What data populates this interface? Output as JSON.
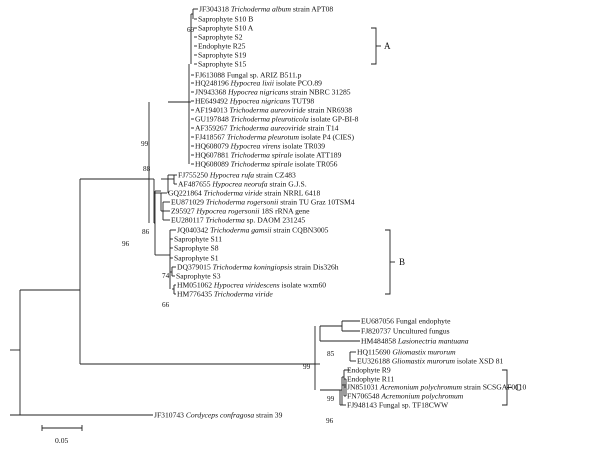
{
  "figure": {
    "scale_bar_label": "0.05",
    "line_color": "#222222",
    "text_color": "#111111",
    "background": "#ffffff"
  },
  "groups": [
    {
      "label": "A"
    },
    {
      "label": "B"
    },
    {
      "label": "C"
    }
  ],
  "support_values": [
    "69",
    "99",
    "96",
    "88",
    "86",
    "74",
    "66",
    "99",
    "85",
    "99",
    "96"
  ],
  "taxa": [
    {
      "acc": "JF304318",
      "rest": [
        {
          "t": "Trichoderma album",
          "i": true
        },
        {
          "t": " strain APT08"
        }
      ]
    },
    {
      "acc": "",
      "rest": [
        {
          "t": "Saprophyte S10 B"
        }
      ]
    },
    {
      "acc": "",
      "rest": [
        {
          "t": "Saprophyte S10 A"
        }
      ]
    },
    {
      "acc": "",
      "rest": [
        {
          "t": "Saprophyte S2"
        }
      ]
    },
    {
      "acc": "",
      "rest": [
        {
          "t": "Endophyte R25"
        }
      ]
    },
    {
      "acc": "",
      "rest": [
        {
          "t": "Saprophyte S19"
        }
      ]
    },
    {
      "acc": "",
      "rest": [
        {
          "t": "Saprophyte S15"
        }
      ]
    },
    {
      "acc": "FJ613088",
      "rest": [
        {
          "t": "Fungal sp. ARIZ B511.p"
        }
      ]
    },
    {
      "acc": "HQ248196",
      "rest": [
        {
          "t": "Hypocrea lixii",
          "i": true
        },
        {
          "t": " isolate PCO.89"
        }
      ]
    },
    {
      "acc": "JN943368",
      "rest": [
        {
          "t": "Hypocrea nigricans",
          "i": true
        },
        {
          "t": " strain NBRC 31285"
        }
      ]
    },
    {
      "acc": "HE649492",
      "rest": [
        {
          "t": "Hypocrea nigricans",
          "i": true
        },
        {
          "t": " TUT98"
        }
      ]
    },
    {
      "acc": "AF194013",
      "rest": [
        {
          "t": "Trichoderma aureoviride",
          "i": true
        },
        {
          "t": " strain NR6938"
        }
      ]
    },
    {
      "acc": "GU197848",
      "rest": [
        {
          "t": "Trichoderma pleuroticola",
          "i": true
        },
        {
          "t": " isolate GP-BI-8"
        }
      ]
    },
    {
      "acc": "AF359267",
      "rest": [
        {
          "t": "Trichoderma aureoviride",
          "i": true
        },
        {
          "t": " strain T14"
        }
      ]
    },
    {
      "acc": "FJ418567",
      "rest": [
        {
          "t": "Trichoderma pleurotum",
          "i": true
        },
        {
          "t": " isolate P4 (CIES)"
        }
      ]
    },
    {
      "acc": "HQ608079",
      "rest": [
        {
          "t": "Hypocrea virens",
          "i": true
        },
        {
          "t": " isolate TR039"
        }
      ]
    },
    {
      "acc": "HQ607881",
      "rest": [
        {
          "t": "Trichoderma spirale",
          "i": true
        },
        {
          "t": " isolate ATT189"
        }
      ]
    },
    {
      "acc": "HQ608089",
      "rest": [
        {
          "t": "Trichoderma spirale",
          "i": true
        },
        {
          "t": " isolate TR056"
        }
      ]
    },
    {
      "acc": "FJ755250",
      "rest": [
        {
          "t": "Hypocrea rufa",
          "i": true
        },
        {
          "t": " strain CZ483"
        }
      ]
    },
    {
      "acc": "AF487655",
      "rest": [
        {
          "t": "Hypocrea neorufa",
          "i": true
        },
        {
          "t": " strain G.J.S."
        }
      ]
    },
    {
      "acc": "GQ221864",
      "rest": [
        {
          "t": "Trichoderma viride",
          "i": true
        },
        {
          "t": " strain NRRL 6418"
        }
      ]
    },
    {
      "acc": "EU871029",
      "rest": [
        {
          "t": "Trichoderma rogersonii",
          "i": true
        },
        {
          "t": " strain TU Graz 10TSM4"
        }
      ]
    },
    {
      "acc": "Z95927",
      "rest": [
        {
          "t": "Hypocrea rogersonii",
          "i": true
        },
        {
          "t": " 18S rRNA gene"
        }
      ]
    },
    {
      "acc": "EU280117",
      "rest": [
        {
          "t": "Trichoderma",
          "i": true
        },
        {
          "t": " sp. DAOM 231245"
        }
      ]
    },
    {
      "acc": "JQ040342",
      "rest": [
        {
          "t": "Trichoderma gamsii",
          "i": true
        },
        {
          "t": " strain CQBN3005"
        }
      ]
    },
    {
      "acc": "",
      "rest": [
        {
          "t": "Saprophyte S11"
        }
      ]
    },
    {
      "acc": "",
      "rest": [
        {
          "t": "Saprophyte S8"
        }
      ]
    },
    {
      "acc": "",
      "rest": [
        {
          "t": "Saprophyte S1"
        }
      ]
    },
    {
      "acc": "DQ379015",
      "rest": [
        {
          "t": "Trichoderma koningiopsis",
          "i": true
        },
        {
          "t": " strain Dis326h"
        }
      ]
    },
    {
      "acc": "",
      "rest": [
        {
          "t": "Saprophyte S3"
        }
      ]
    },
    {
      "acc": "HM051062",
      "rest": [
        {
          "t": "Hypocrea viridescens",
          "i": true
        },
        {
          "t": " isolate wxm60"
        }
      ]
    },
    {
      "acc": "HM776435",
      "rest": [
        {
          "t": "Trichoderma viride",
          "i": true
        }
      ]
    },
    {
      "acc": "EU687056",
      "rest": [
        {
          "t": "Fungal endophyte"
        }
      ]
    },
    {
      "acc": "FJ820737",
      "rest": [
        {
          "t": "Uncultured fungus"
        }
      ]
    },
    {
      "acc": "HM484858",
      "rest": [
        {
          "t": "Lasionectria mantuana",
          "i": true
        }
      ]
    },
    {
      "acc": "HQ115690",
      "rest": [
        {
          "t": "Gliomastix murorum",
          "i": true
        }
      ]
    },
    {
      "acc": "EU326188",
      "rest": [
        {
          "t": "Gliomastix murorum",
          "i": true
        },
        {
          "t": " isolate XSD 81"
        }
      ]
    },
    {
      "acc": "",
      "rest": [
        {
          "t": "Endophyte R9"
        }
      ]
    },
    {
      "acc": "",
      "rest": [
        {
          "t": "Endophyte R11"
        }
      ]
    },
    {
      "acc": "JN851031",
      "rest": [
        {
          "t": "Acremonium polychromum",
          "i": true
        },
        {
          "t": " strain SCSGAF0110"
        }
      ]
    },
    {
      "acc": "FN706548",
      "rest": [
        {
          "t": "Acremonium polychromum",
          "i": true
        }
      ]
    },
    {
      "acc": "FJ948143",
      "rest": [
        {
          "t": "Fungal sp. TF18CWW"
        }
      ]
    },
    {
      "acc": "JF310743",
      "rest": [
        {
          "t": "Cordyceps confragosa",
          "i": true
        },
        {
          "t": " strain 39"
        }
      ]
    }
  ]
}
